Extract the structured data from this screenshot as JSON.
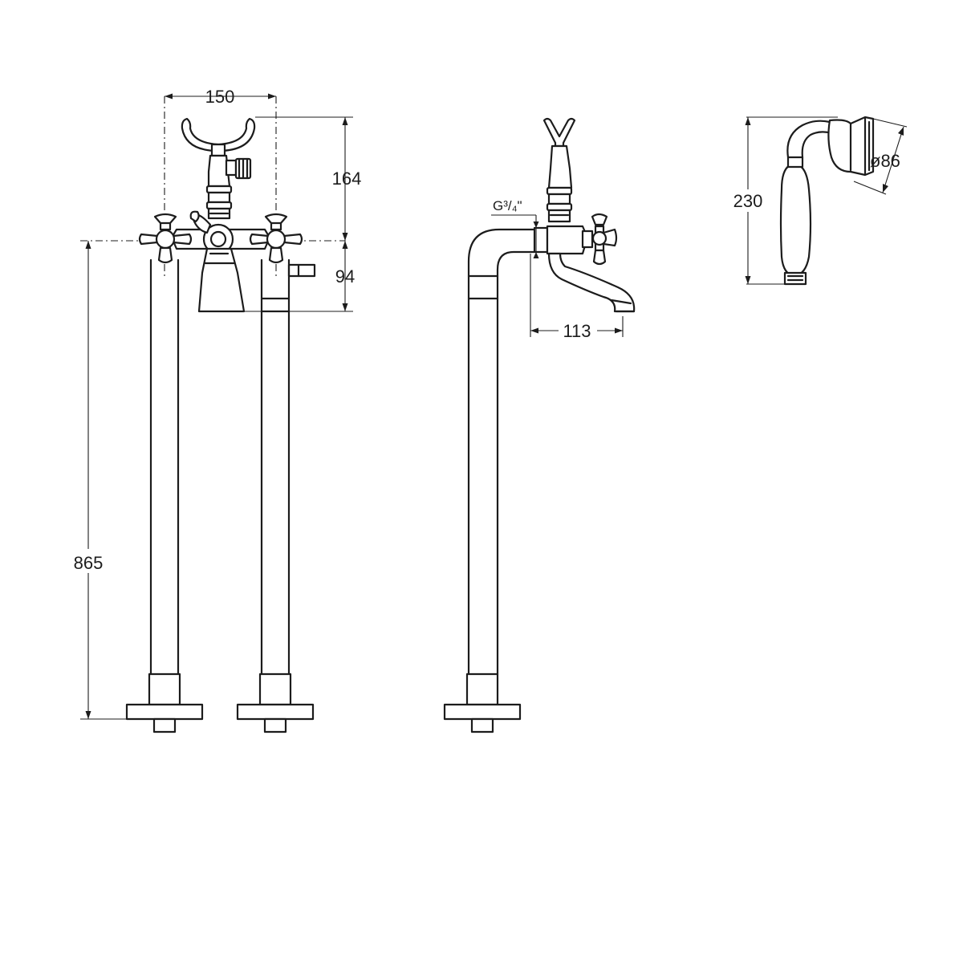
{
  "dimensions": {
    "width_handles": "150",
    "height_top": "164",
    "height_body": "94",
    "height_total": "865",
    "spout_reach": "113",
    "thread": "G³/₄\"",
    "handshower_length": "230",
    "handshower_diameter": "ø86"
  }
}
